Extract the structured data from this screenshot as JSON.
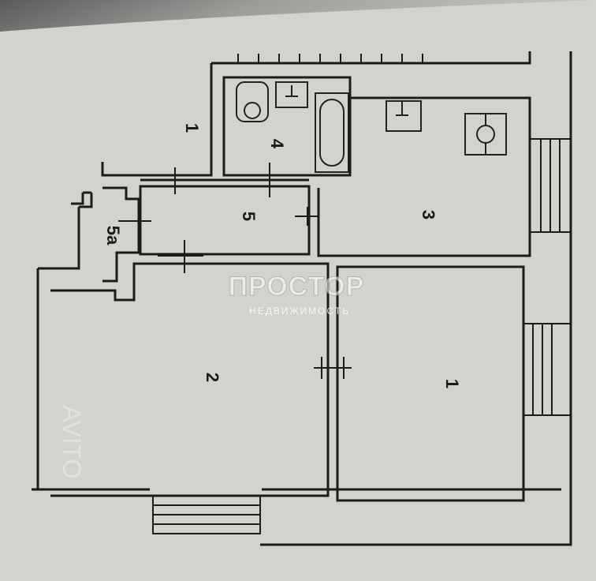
{
  "rooms": [
    {
      "id": "1",
      "label": "1"
    },
    {
      "id": "2",
      "label": "2"
    },
    {
      "id": "3",
      "label": "3"
    },
    {
      "id": "4",
      "label": "4"
    },
    {
      "id": "5",
      "label": "5"
    },
    {
      "id": "5a",
      "label": "5a"
    }
  ],
  "corridor_marker": "1",
  "watermark": {
    "brand": "ПРОСТОР",
    "sub": "НЕДВИЖИМОСТЬ",
    "side": "AVITO"
  },
  "colors": {
    "paper": "#d6d4cf",
    "ink": "#1c1c1c"
  },
  "fixtures": [
    "toilet-icon",
    "sink-icon",
    "bathtub-icon",
    "kitchen-sink-icon",
    "stove-icon"
  ]
}
